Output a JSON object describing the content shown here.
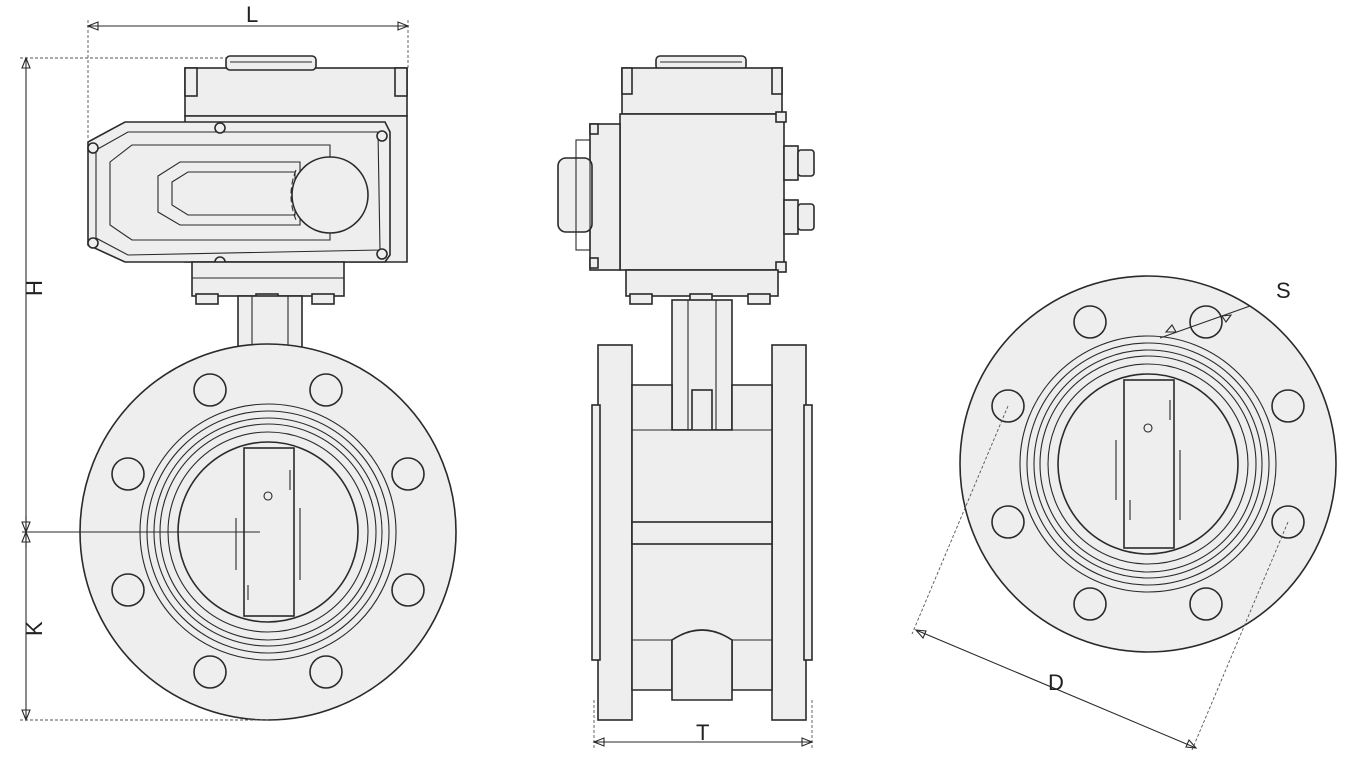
{
  "dimensions": {
    "L": "L",
    "H": "H",
    "K": "K",
    "T": "T",
    "S": "S",
    "D": "D"
  },
  "colors": {
    "line": "#2a2a2a",
    "body_fill": "#eeeeee",
    "background": "#ffffff"
  }
}
